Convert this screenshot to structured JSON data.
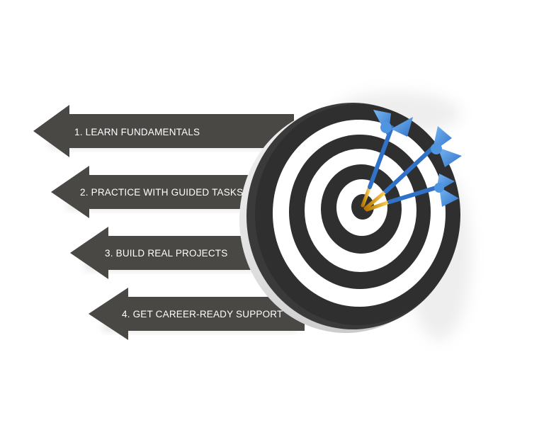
{
  "steps": [
    {
      "label": "1. LEARN FUNDAMENTALS"
    },
    {
      "label": "2. PRACTICE WITH GUIDED TASKS"
    },
    {
      "label": "3. BUILD REAL PROJECTS"
    },
    {
      "label": "4. GET CAREER-READY SUPPORT"
    }
  ],
  "colors": {
    "arrow": "#4a4845",
    "arrow_text": "#ffffff",
    "target_dark": "#2f2f2f",
    "target_light": "#ffffff",
    "dart_flight": "#3d87d8",
    "dart_tip": "#f0b32d"
  },
  "icons": {
    "target": "dartboard-icon",
    "darts": "dart-icon"
  }
}
